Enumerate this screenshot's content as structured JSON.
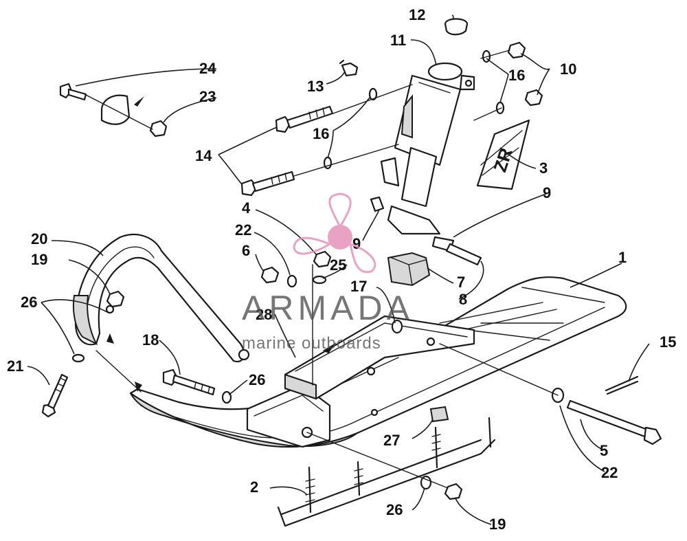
{
  "callouts": [
    {
      "id": "1",
      "label": "1"
    },
    {
      "id": "2",
      "label": "2"
    },
    {
      "id": "3",
      "label": "3"
    },
    {
      "id": "4",
      "label": "4"
    },
    {
      "id": "5",
      "label": "5"
    },
    {
      "id": "6",
      "label": "6"
    },
    {
      "id": "7",
      "label": "7"
    },
    {
      "id": "8",
      "label": "8"
    },
    {
      "id": "9a",
      "label": "9"
    },
    {
      "id": "9b",
      "label": "9"
    },
    {
      "id": "10",
      "label": "10"
    },
    {
      "id": "11",
      "label": "11"
    },
    {
      "id": "12",
      "label": "12"
    },
    {
      "id": "13",
      "label": "13"
    },
    {
      "id": "14",
      "label": "14"
    },
    {
      "id": "15",
      "label": "15"
    },
    {
      "id": "16a",
      "label": "16"
    },
    {
      "id": "16b",
      "label": "16"
    },
    {
      "id": "17",
      "label": "17"
    },
    {
      "id": "18",
      "label": "18"
    },
    {
      "id": "19a",
      "label": "19"
    },
    {
      "id": "19b",
      "label": "19"
    },
    {
      "id": "20",
      "label": "20"
    },
    {
      "id": "21",
      "label": "21"
    },
    {
      "id": "22a",
      "label": "22"
    },
    {
      "id": "22b",
      "label": "22"
    },
    {
      "id": "23",
      "label": "23"
    },
    {
      "id": "24",
      "label": "24"
    },
    {
      "id": "25",
      "label": "25"
    },
    {
      "id": "26a",
      "label": "26"
    },
    {
      "id": "26b",
      "label": "26"
    },
    {
      "id": "26c",
      "label": "26"
    },
    {
      "id": "27",
      "label": "27"
    },
    {
      "id": "28",
      "label": "28"
    }
  ],
  "watermark": {
    "title": "ARMADA",
    "subtitle": "marine outboards",
    "logo_color": "#e58cb6"
  },
  "decal_text": "ZR"
}
